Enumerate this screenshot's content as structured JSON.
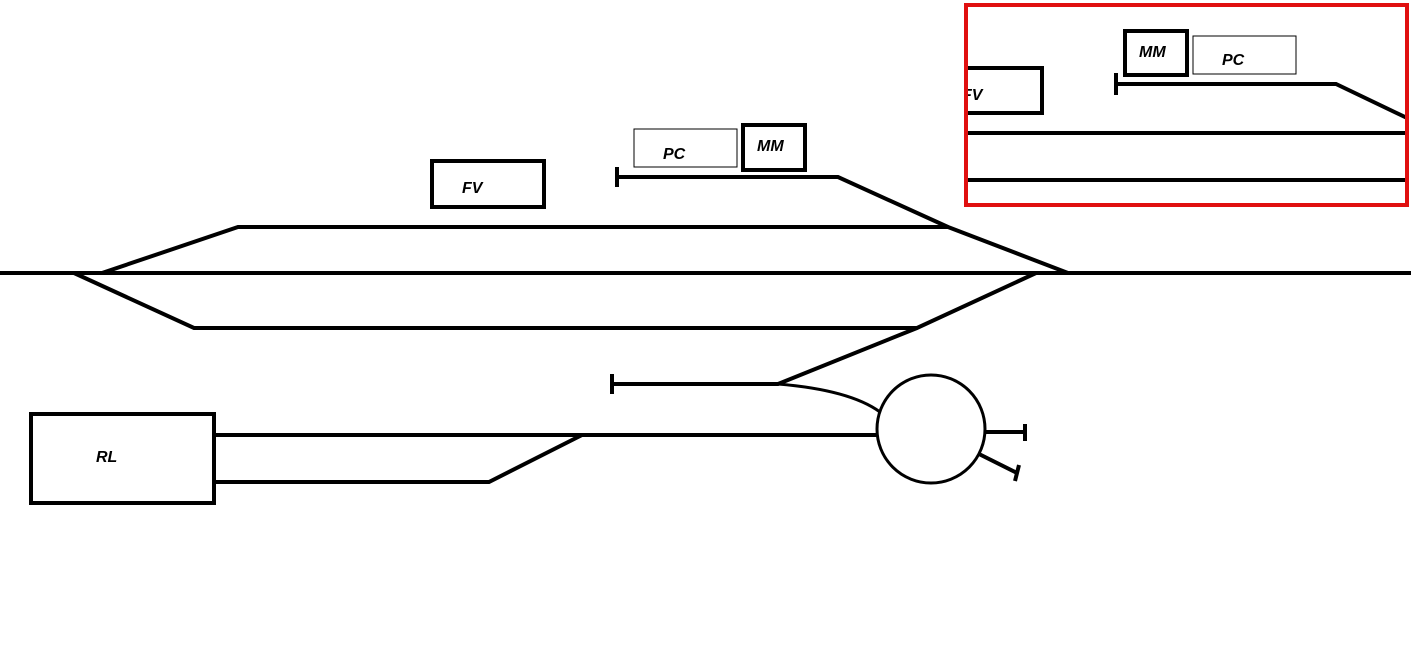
{
  "diagram": {
    "labels": {
      "fv": "FV",
      "pc": "PC",
      "mm": "MM",
      "rl": "RL"
    },
    "inset": {
      "fv_partial": "FV",
      "pc": "PC",
      "mm": "MM"
    },
    "colors": {
      "track": "#000000",
      "inset_frame": "#e01010",
      "background": "#ffffff"
    }
  }
}
